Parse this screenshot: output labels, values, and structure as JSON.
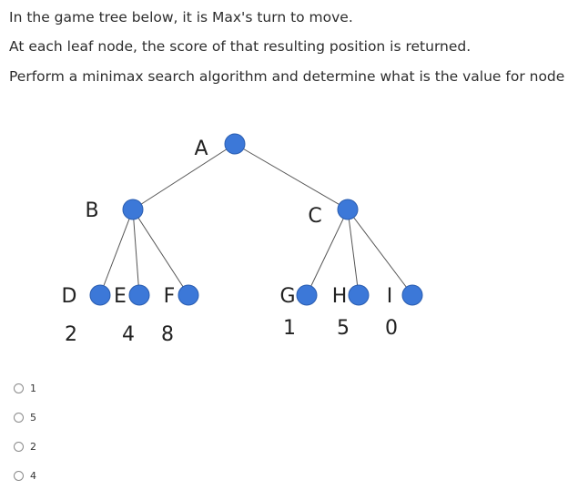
{
  "question": {
    "line1": "In the game tree below, it is Max's turn to move.",
    "line2": "At each leaf node, the score of that resulting position is returned.",
    "line3": "Perform a minimax search algorithm and determine what is the value for node A."
  },
  "tree": {
    "node_color": "#3c78d8",
    "edge_color": "#555555",
    "nodes": {
      "A": "A",
      "B": "B",
      "C": "C",
      "D": "D",
      "E": "E",
      "F": "F",
      "G": "G",
      "H": "H",
      "I": "I"
    },
    "scores": {
      "D": "2",
      "E": "4",
      "F": "8",
      "G": "1",
      "H": "5",
      "I": "0"
    }
  },
  "options": [
    "1",
    "5",
    "2",
    "4"
  ]
}
